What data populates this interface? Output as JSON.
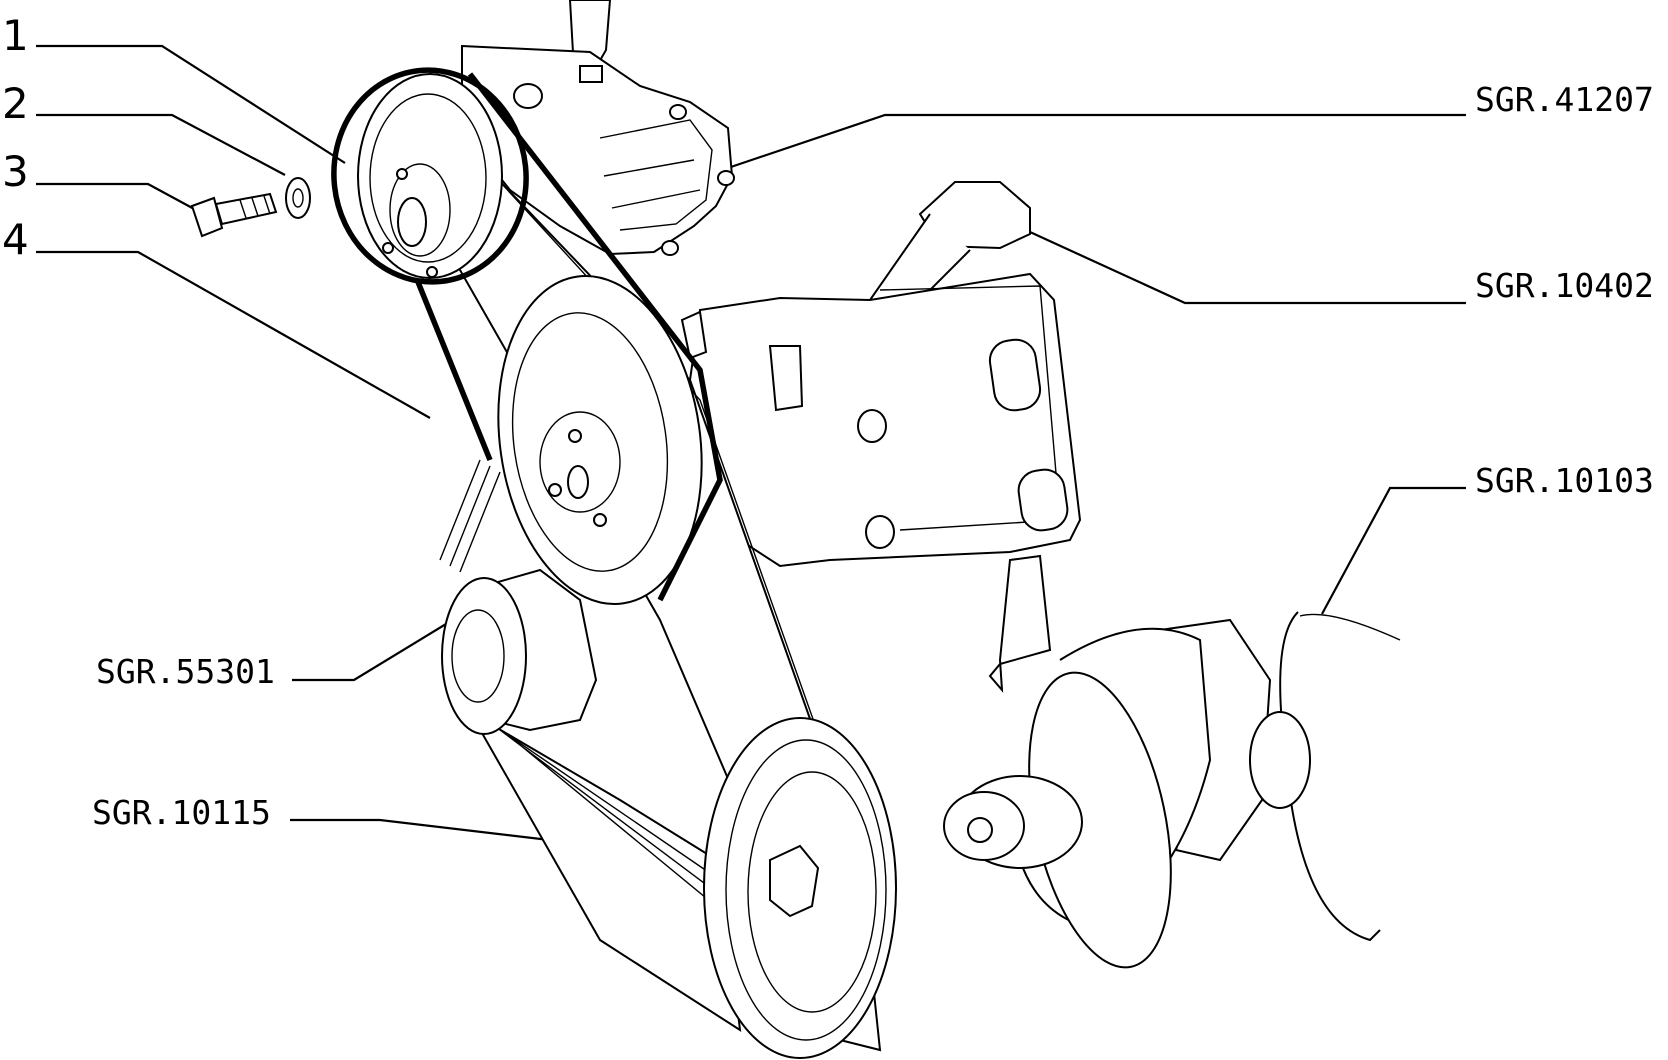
{
  "callouts": {
    "item_1": "1",
    "item_2": "2",
    "item_3": "3",
    "item_4": "4"
  },
  "references": {
    "steering_pump": "SGR.41207",
    "bracket": "SGR.10402",
    "crankshaft": "SGR.10103",
    "tensioner": "SGR.55301",
    "crank_pulley_belt": "SGR.10115"
  }
}
